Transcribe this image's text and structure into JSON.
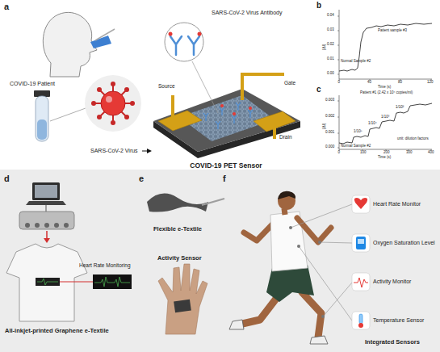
{
  "diagram": {
    "nodes": [
      {
        "text": [
          "COVID-19 Patient"
        ]
      },
      {
        "text": [
          "COVID-19 PET Sensor"
        ]
      },
      {
        "text": [
          "Heart Rate Monitor"
        ]
      },
      {
        "text": [
          "Oxygen Saturation Level"
        ]
      },
      {
        "text": [
          "Activity Monitor"
        ]
      },
      {
        "text": [
          "Temperature Sensor"
        ]
      }
    ],
    "edges": [
      {
        "from": 0,
        "to": 1,
        "arrow": "to",
        "label": "SARS-CoV-2 Virus"
      }
    ],
    "labels": [
      "a",
      "SARS-CoV-2 Virus Antibody",
      "Source",
      "Gate",
      "Drain",
      "b",
      "0.04",
      "0.03",
      "0.02",
      "0.01",
      "0.00",
      "0",
      "40",
      "80",
      "120",
      "Time (s)",
      "|ΔI|",
      "Normal Sample #2",
      "Patient sample #3",
      "c",
      "0.003",
      "0.002",
      "0.001",
      "0.000",
      "0",
      "100",
      "200",
      "300",
      "400",
      "Time (s)",
      "|ΔI|",
      "Patient #1 (2.42 x 10⁴ copies/ml)",
      "Normal Sample #2",
      "1/10⁵",
      "1/10⁴",
      "1/10³",
      "1/10²",
      "unit: dilution factors",
      "d",
      "Heart Rate Monitoring",
      "All-inkjet-printed Graphene e-Textile",
      "e",
      "Flexible e-Textile",
      "Activity Sensor",
      "f",
      "Integrated Sensors"
    ]
  }
}
